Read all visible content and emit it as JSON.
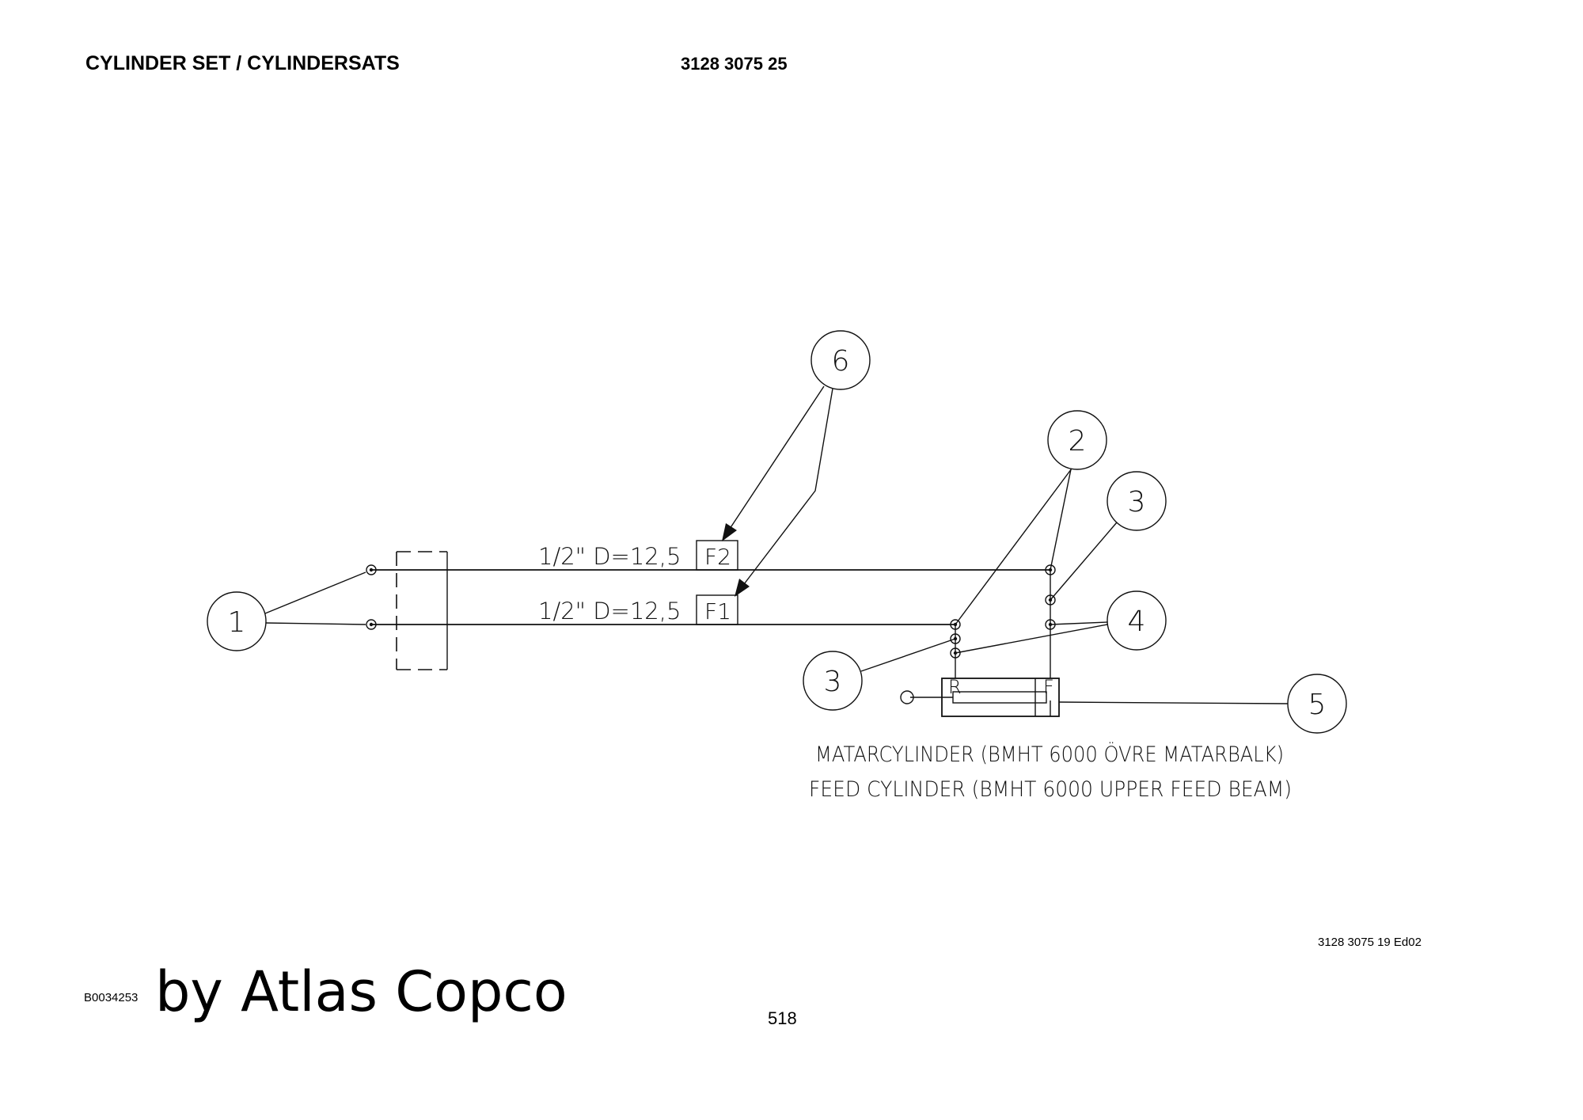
{
  "header": {
    "title": "CYLINDER SET / CYLINDERSATS",
    "part_number": "3128 3075 25"
  },
  "diagram": {
    "balloons": [
      "6",
      "2",
      "3",
      "1",
      "4",
      "3",
      "5"
    ],
    "hose_labels": [
      "1/2\" D=12,5",
      "1/2\" D=12,5"
    ],
    "port_boxes": [
      "F2",
      "F1"
    ],
    "cylinder_ports": [
      "R",
      "F"
    ],
    "caption_line1": "MATARCYLINDER (BMHT 6000 ÖVRE MATARBALK)",
    "caption_line2": "FEED CYLINDER (BMHT 6000 UPPER FEED BEAM)"
  },
  "footer": {
    "drawing_ref": "3128 3075 19  Ed02",
    "doc_code": "B0034253",
    "brand": "by Atlas Copco",
    "page_number": "518"
  }
}
